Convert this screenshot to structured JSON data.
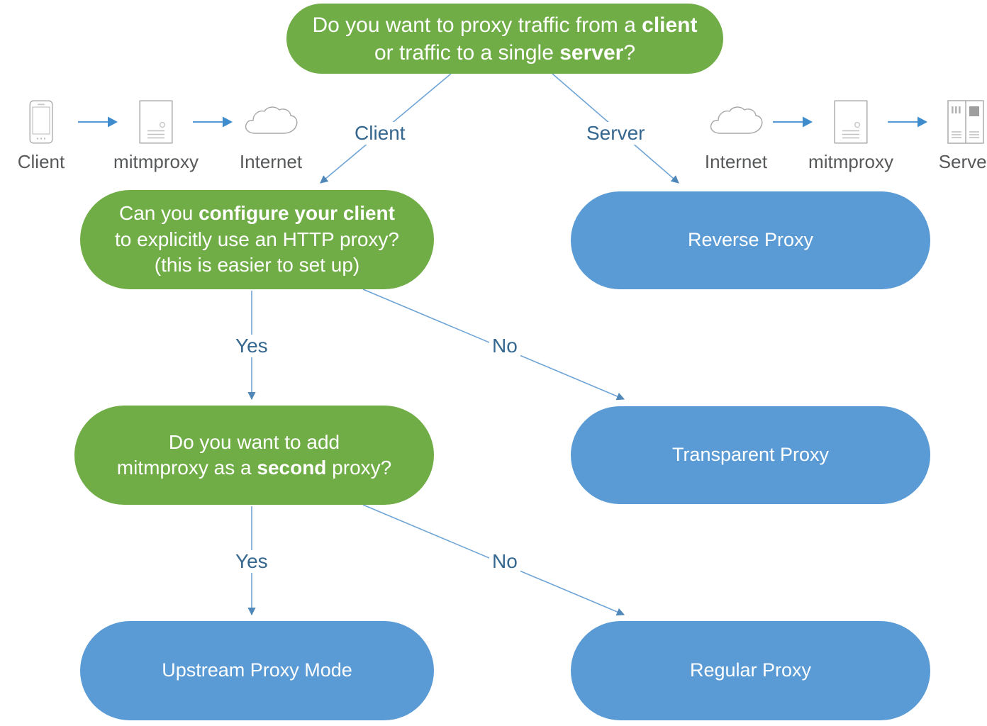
{
  "colors": {
    "decision": "#70AD47",
    "outcome": "#5B9BD5",
    "connector": "#5B9BD5",
    "edge_label": "#35678F",
    "icon_caption": "#56585A",
    "icon_stroke": "#A6A6A6",
    "background": "#FFFFFF"
  },
  "nodes": {
    "root": {
      "line1_a": "Do you want to proxy traffic from a ",
      "line1_b": "client",
      "line2_a": "or traffic to a single ",
      "line2_b": "server",
      "line2_c": "?"
    },
    "configure": {
      "line1_a": "Can you ",
      "line1_b": "configure your client",
      "line2": "to explicitly use an HTTP proxy?",
      "line3": "(this is easier to set up)"
    },
    "second": {
      "line1": "Do you want to add",
      "line2_a": "mitmproxy as a ",
      "line2_b": "second",
      "line2_c": " proxy?"
    },
    "reverse": {
      "label": "Reverse Proxy"
    },
    "transparent": {
      "label": "Transparent Proxy"
    },
    "upstream": {
      "label": "Upstream Proxy Mode"
    },
    "regular": {
      "label": "Regular Proxy"
    }
  },
  "edge_labels": {
    "client": "Client",
    "server": "Server",
    "yes_1": "Yes",
    "no_1": "No",
    "yes_2": "Yes",
    "no_2": "No"
  },
  "icon_rows": {
    "left": {
      "cells": [
        {
          "icon": "smartphone-icon",
          "caption": "Client"
        },
        {
          "icon": "document-proxy-icon",
          "caption": "mitmproxy"
        },
        {
          "icon": "cloud-icon",
          "caption": "Internet"
        }
      ]
    },
    "right": {
      "cells": [
        {
          "icon": "cloud-icon",
          "caption": "Internet"
        },
        {
          "icon": "document-proxy-icon",
          "caption": "mitmproxy"
        },
        {
          "icon": "server-rack-icon",
          "caption": "Server"
        }
      ]
    }
  }
}
